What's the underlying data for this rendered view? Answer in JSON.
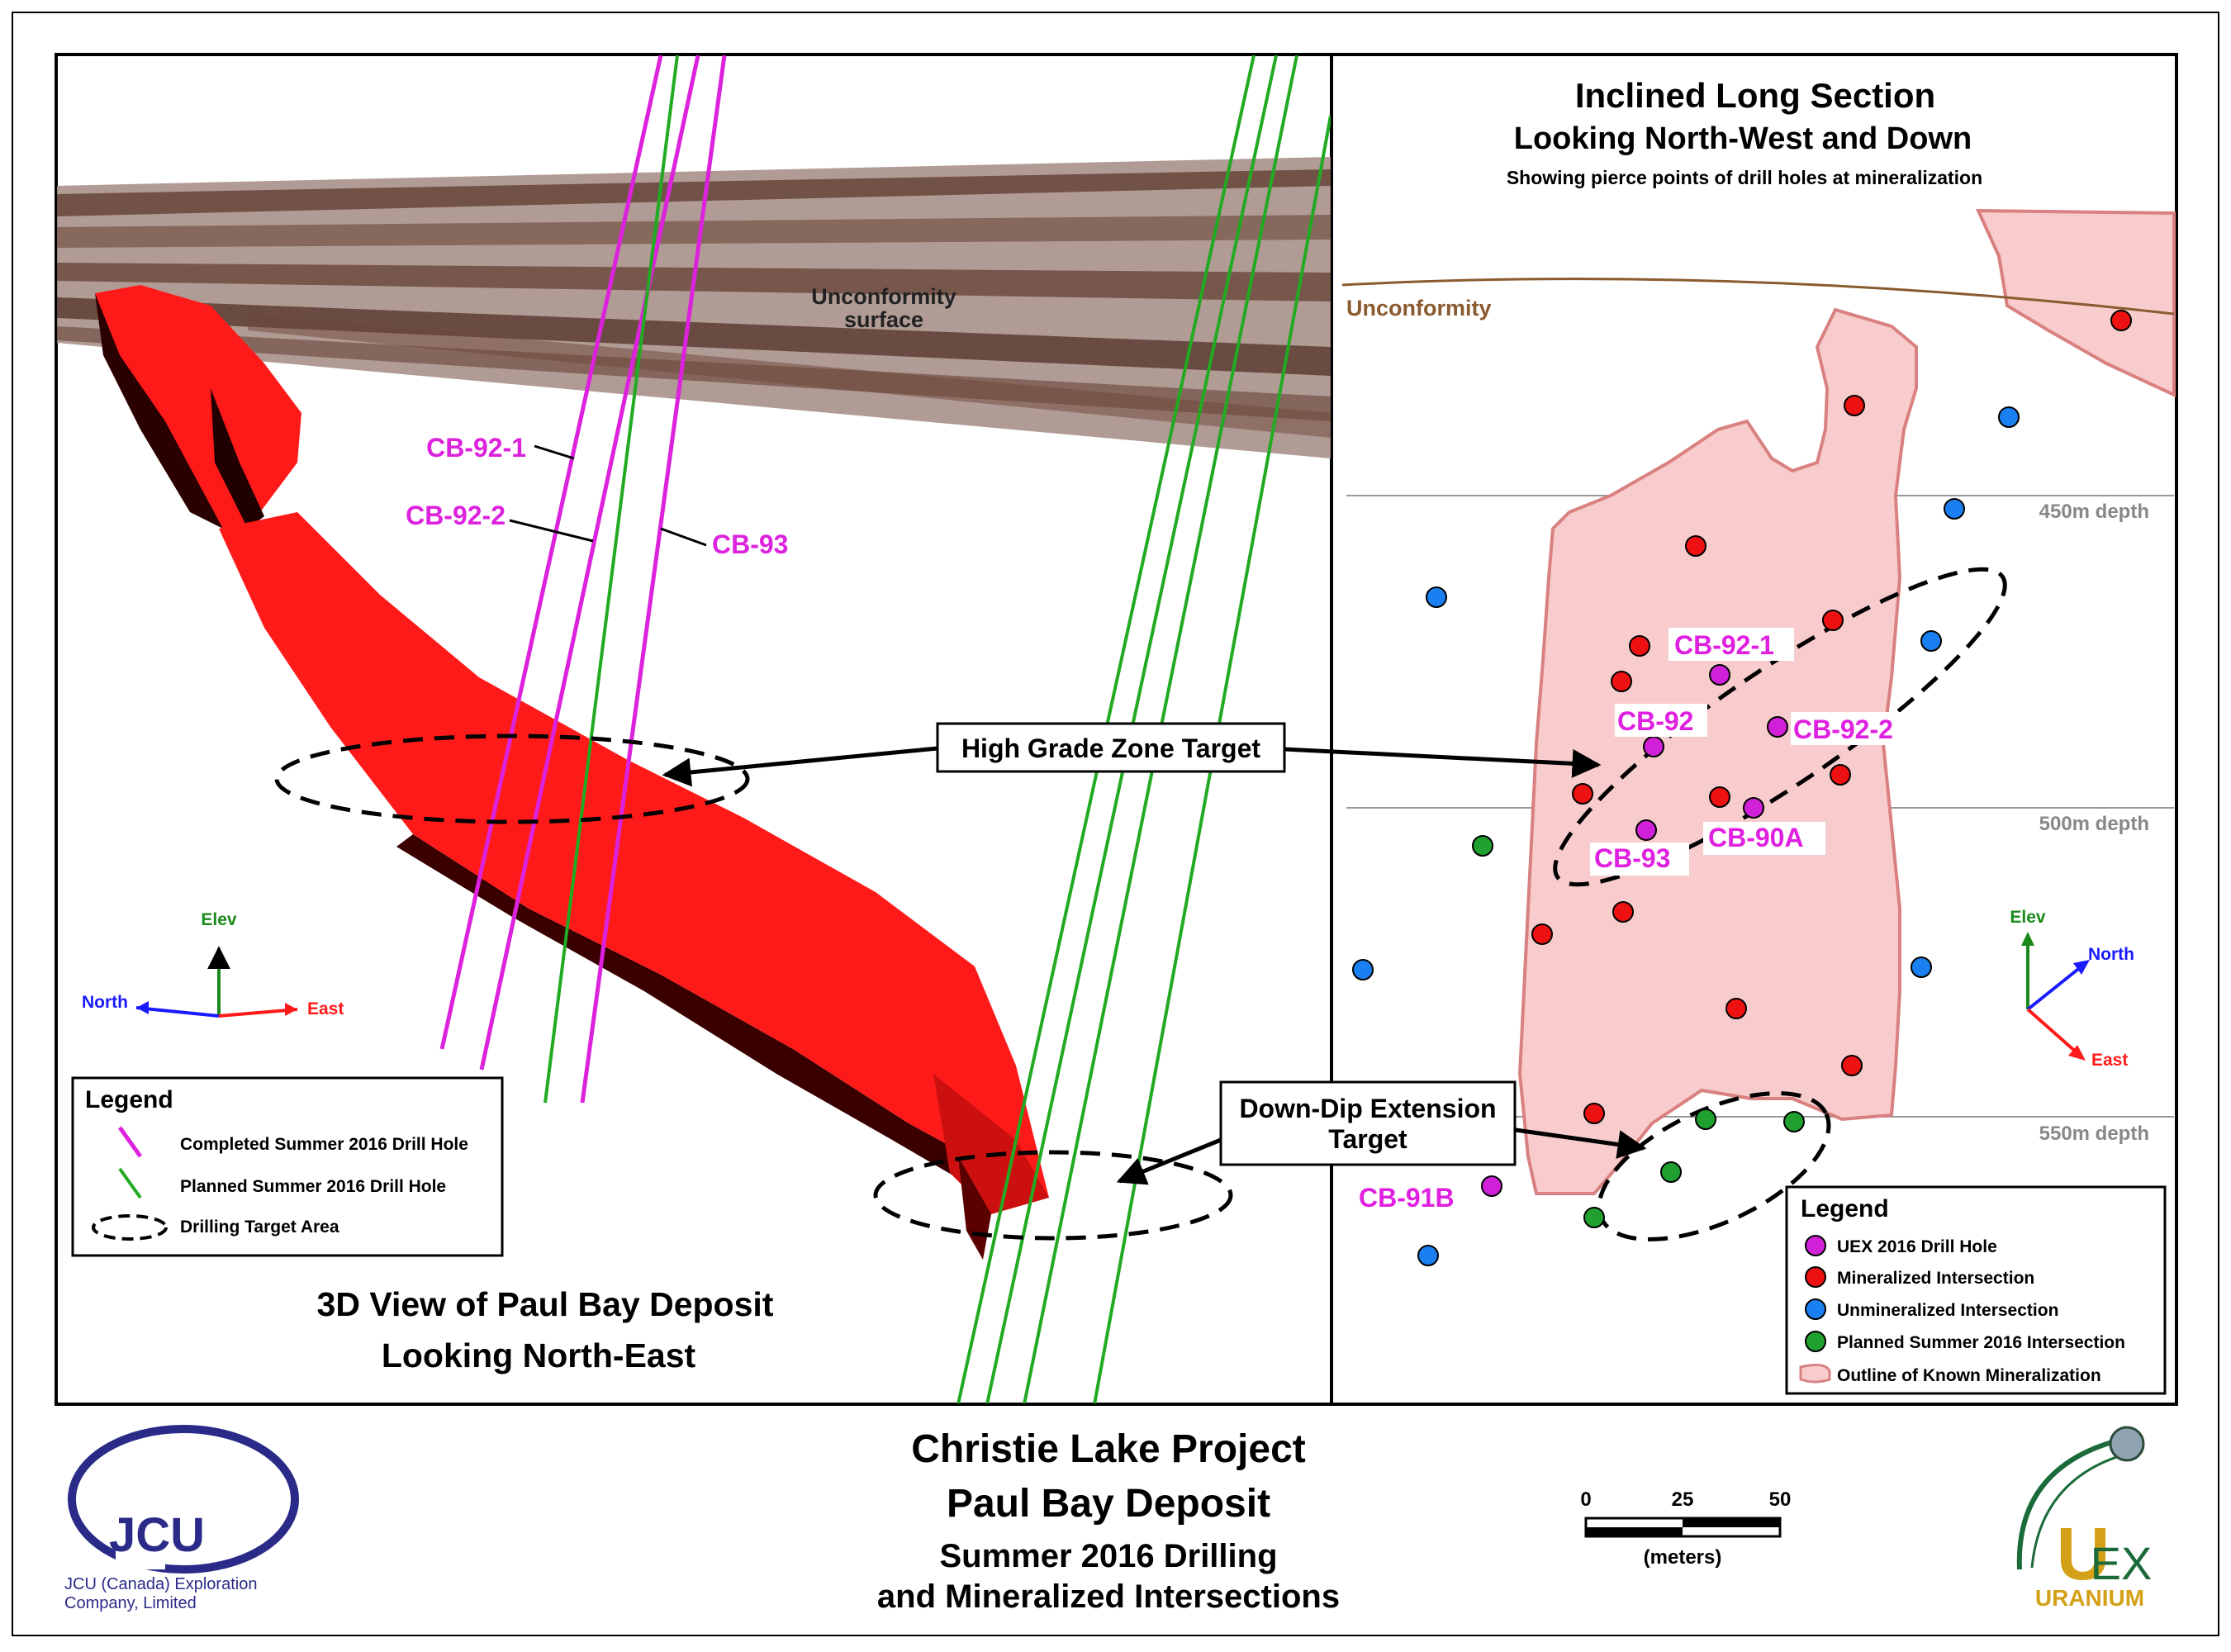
{
  "left_panel": {
    "unconformity_label_1": "Unconformity",
    "unconformity_label_2": "surface",
    "drill_labels": [
      "CB-92-1",
      "CB-92-2",
      "CB-93"
    ],
    "view_title_1": "3D View of Paul Bay Deposit",
    "view_title_2": "Looking North-East",
    "compass": {
      "up": "Elev",
      "left": "North",
      "right": "East"
    },
    "legend": {
      "title": "Legend",
      "items": [
        "Completed Summer 2016 Drill Hole",
        "Planned Summer 2016 Drill Hole",
        "Drilling Target Area"
      ]
    }
  },
  "right_panel": {
    "title_1": "Inclined Long Section",
    "title_2": "Looking North-West and Down",
    "subtitle": "Showing pierce points of drill holes at mineralization",
    "unconformity_label": "Unconformity",
    "depths": [
      "450m depth",
      "500m depth",
      "550m depth"
    ],
    "hole_labels": [
      "CB-92-1",
      "CB-92",
      "CB-92-2",
      "CB-93",
      "CB-90A",
      "CB-91B"
    ],
    "compass": {
      "up": "Elev",
      "north": "North",
      "east": "East"
    },
    "legend": {
      "title": "Legend",
      "items": [
        "UEX 2016 Drill Hole",
        "Mineralized Intersection",
        "Unmineralized Intersection",
        "Planned Summer 2016 Intersection",
        "Outline of Known Mineralization"
      ]
    }
  },
  "callouts": {
    "high_grade": "High Grade Zone Target",
    "down_dip_1": "Down-Dip Extension",
    "down_dip_2": "Target"
  },
  "footer": {
    "title_1": "Christie Lake Project",
    "title_2": "Paul Bay Deposit",
    "title_3": "Summer 2016 Drilling",
    "title_4": "and Mineralized Intersections",
    "scale_ticks": [
      "0",
      "25",
      "50"
    ],
    "scale_unit": "(meters)",
    "jcu_logo": "JCU",
    "jcu_name_1": "JCU (Canada) Exploration",
    "jcu_name_2": "Company, Limited",
    "uex_letter": "U",
    "uex_rest": "EX",
    "uex_name": "URANIUM"
  },
  "colors": {
    "completed_hole": "#dd22dd",
    "planned_hole": "#22aa22",
    "deposit": "#ff1010",
    "unconformity": "#7a5448",
    "mineral_outline_fill": "#f8cccc",
    "mineral_outline_stroke": "#d98080",
    "mineralized": "#ee1111",
    "unmineralized": "#1a7ff0",
    "planned": "#1fa02f",
    "uex_drill": "#d020d8",
    "label_magenta": "#e020e0"
  }
}
